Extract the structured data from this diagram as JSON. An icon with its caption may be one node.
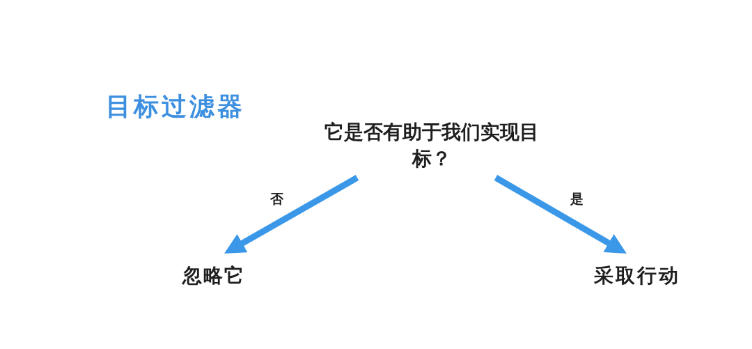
{
  "diagram": {
    "title": "目标过滤器",
    "nodes": [
      {
        "text": [
          "它是否有助于我们实现目标？"
        ]
      },
      {
        "text": [
          "忽略它"
        ]
      },
      {
        "text": [
          "采取行动"
        ]
      }
    ],
    "edges": [
      {
        "from": 0,
        "to": 1,
        "arrow": "to",
        "label": "否"
      },
      {
        "from": 0,
        "to": 2,
        "arrow": "to",
        "label": "是"
      }
    ]
  }
}
